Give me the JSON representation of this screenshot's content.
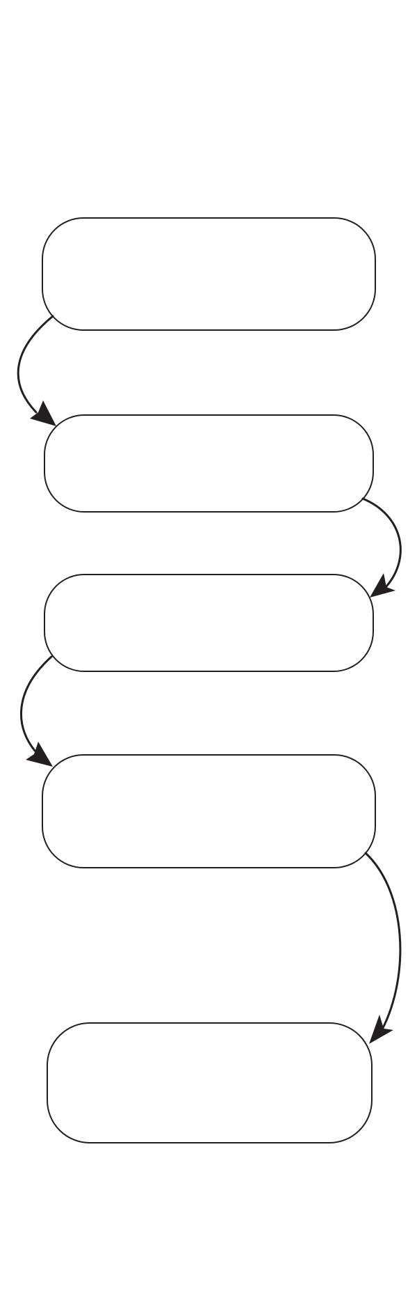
{
  "diagram": {
    "type": "vertical-flowchart",
    "node_count": 5,
    "connector_count": 4,
    "nodes": [
      {
        "id": "box-1",
        "label": ""
      },
      {
        "id": "box-2",
        "label": ""
      },
      {
        "id": "box-3",
        "label": ""
      },
      {
        "id": "box-4",
        "label": ""
      },
      {
        "id": "box-5",
        "label": ""
      }
    ],
    "connectors": [
      {
        "from": "box-1",
        "to": "box-2",
        "side": "left"
      },
      {
        "from": "box-2",
        "to": "box-3",
        "side": "right"
      },
      {
        "from": "box-3",
        "to": "box-4",
        "side": "left"
      },
      {
        "from": "box-4",
        "to": "box-5",
        "side": "right"
      }
    ],
    "colors": {
      "background": "#ffffff",
      "box_fill": "#ffffff",
      "stroke": "#231f20",
      "arrowhead": "#231f20"
    }
  }
}
